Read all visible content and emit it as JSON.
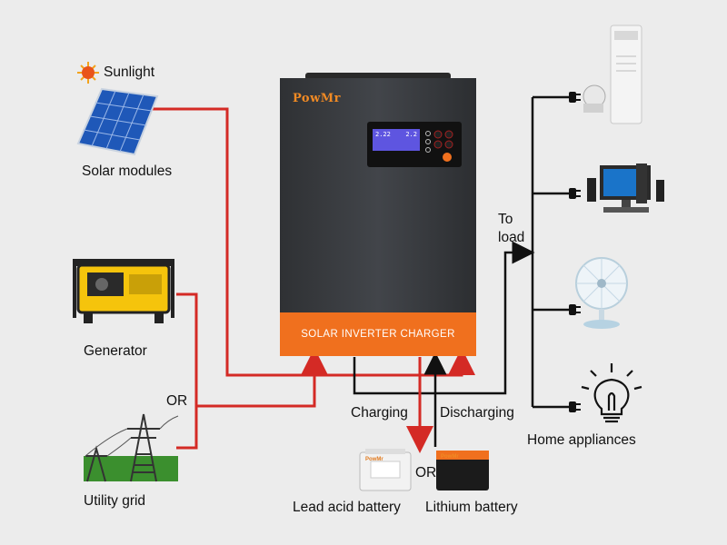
{
  "labels": {
    "sunlight": "Sunlight",
    "solar_modules": "Solar modules",
    "generator": "Generator",
    "or_source": "OR",
    "utility_grid": "Utility grid",
    "to_load_line1": "To",
    "to_load_line2": "load",
    "charging": "Charging",
    "discharging": "Discharging",
    "or_battery": "OR",
    "lead_acid_battery": "Lead acid battery",
    "lithium_battery": "Lithium battery",
    "home_appliances": "Home appliances"
  },
  "inverter": {
    "brand": "PowMr",
    "banner": "SOLAR INVERTER CHARGER",
    "lcd_left": "2.22",
    "lcd_right": "2.2",
    "battery_brand": "PowMr",
    "lithium_brand": "PowMr"
  },
  "colors": {
    "background": "#ececec",
    "inverter_body": "#3b3d40",
    "inverter_banner": "#f0701e",
    "lcd_screen": "#5e55e0",
    "power_line_red": "#d42a25",
    "load_line_black": "#111111"
  },
  "icons": {
    "sun": "sun-icon",
    "solar_panel": "solar-panel-icon",
    "generator": "generator-icon",
    "grid": "utility-grid-tower-icon",
    "lead_acid": "lead-acid-battery-icon",
    "lithium": "lithium-battery-icon",
    "air_conditioner": "air-conditioner-icon",
    "computer": "computer-icon",
    "fan": "fan-icon",
    "light_bulb": "light-bulb-icon",
    "plug": "plug-icon"
  }
}
